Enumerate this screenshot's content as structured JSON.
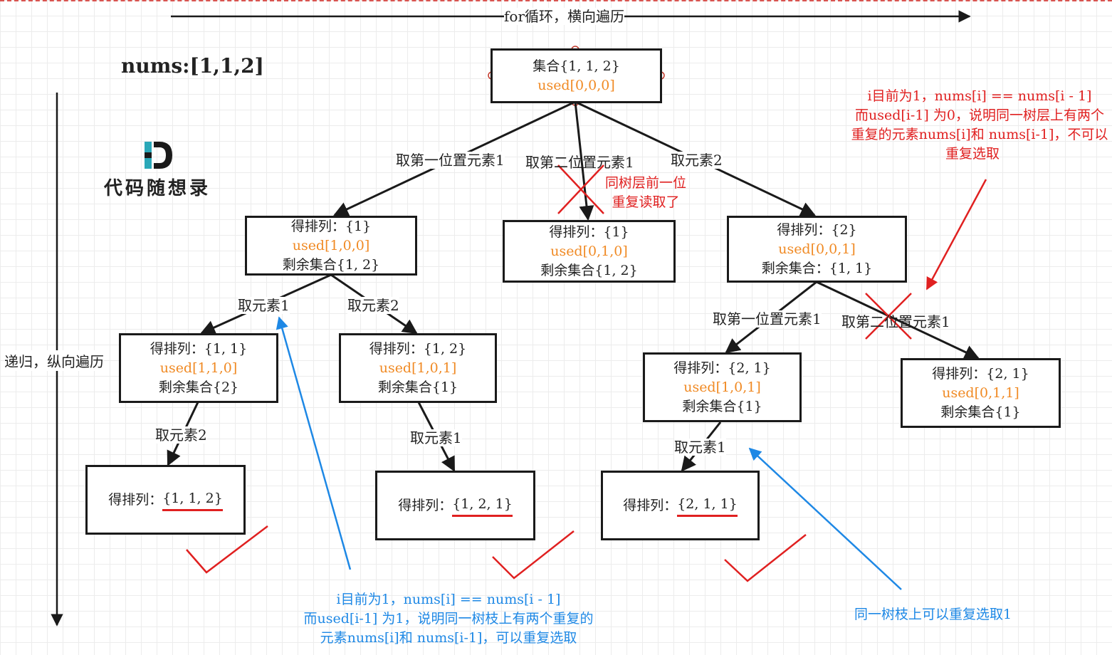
{
  "header": {
    "horizontal_label": "for循环，横向遍历",
    "vertical_label": "递归，纵向遍历",
    "nums_title": "nums:[1,1,2]",
    "logo_text": "代码随想录"
  },
  "nodes": {
    "root": {
      "line1": "集合{1, 1, 2}",
      "used": "used[0,0,0]"
    },
    "n1": {
      "line1": "得排列：{1}",
      "used": "used[1,0,0]",
      "line3": "剩余集合{1, 2}"
    },
    "n2": {
      "line1": "得排列：{1}",
      "used": "used[0,1,0]",
      "line3": "剩余集合{1, 2}"
    },
    "n3": {
      "line1": "得排列：{2}",
      "used": "used[0,0,1]",
      "line3": "剩余集合：{1, 1}"
    },
    "n11": {
      "line1": "得排列：{1, 1}",
      "used": "used[1,1,0]",
      "line3": "剩余集合{2}"
    },
    "n12": {
      "line1": "得排列：{1, 2}",
      "used": "used[1,0,1]",
      "line3": "剩余集合{1}"
    },
    "n31": {
      "line1": "得排列：{2, 1}",
      "used": "used[1,0,1]",
      "line3": "剩余集合{1}"
    },
    "n32": {
      "line1": "得排列：{2, 1}",
      "used": "used[0,1,1]",
      "line3": "剩余集合{1}"
    },
    "leaf1": {
      "prefix": "得排列：",
      "result": "{1, 1, 2}"
    },
    "leaf2": {
      "prefix": "得排列：",
      "result": "{1, 2, 1}"
    },
    "leaf3": {
      "prefix": "得排列：",
      "result": "{2, 1, 1}"
    }
  },
  "edges": {
    "e_root_1": "取第一位置元素1",
    "e_root_2": "取第二位置元素1",
    "e_root_3": "取元素2",
    "e_n1_1": "取元素1",
    "e_n1_2": "取元素2",
    "e_n3_1": "取第一位置元素1",
    "e_n3_2": "取第二位置元素1",
    "e_n11": "取元素2",
    "e_n12": "取元素1",
    "e_n31": "取元素1"
  },
  "notes": {
    "dup_layer": [
      "同树层前一位",
      "重复读取了"
    ],
    "top_right": [
      "i目前为1，nums[i] == nums[i - 1]",
      "而used[i-1] 为0，说明同一树层上有两个",
      "重复的元素nums[i]和 nums[i-1]，不可以",
      "重复选取"
    ],
    "bottom_blue": [
      "i目前为1，nums[i] == nums[i - 1]",
      "而used[i-1] 为1，说明同一树枝上有两个重复的",
      "元素nums[i]和 nums[i-1]，可以重复选取"
    ],
    "bottom_right": "同一树枝上可以重复选取1"
  },
  "colors": {
    "used": "#f08a24",
    "red": "#e02020",
    "blue": "#1e88e5",
    "line": "#1a1a1a"
  }
}
